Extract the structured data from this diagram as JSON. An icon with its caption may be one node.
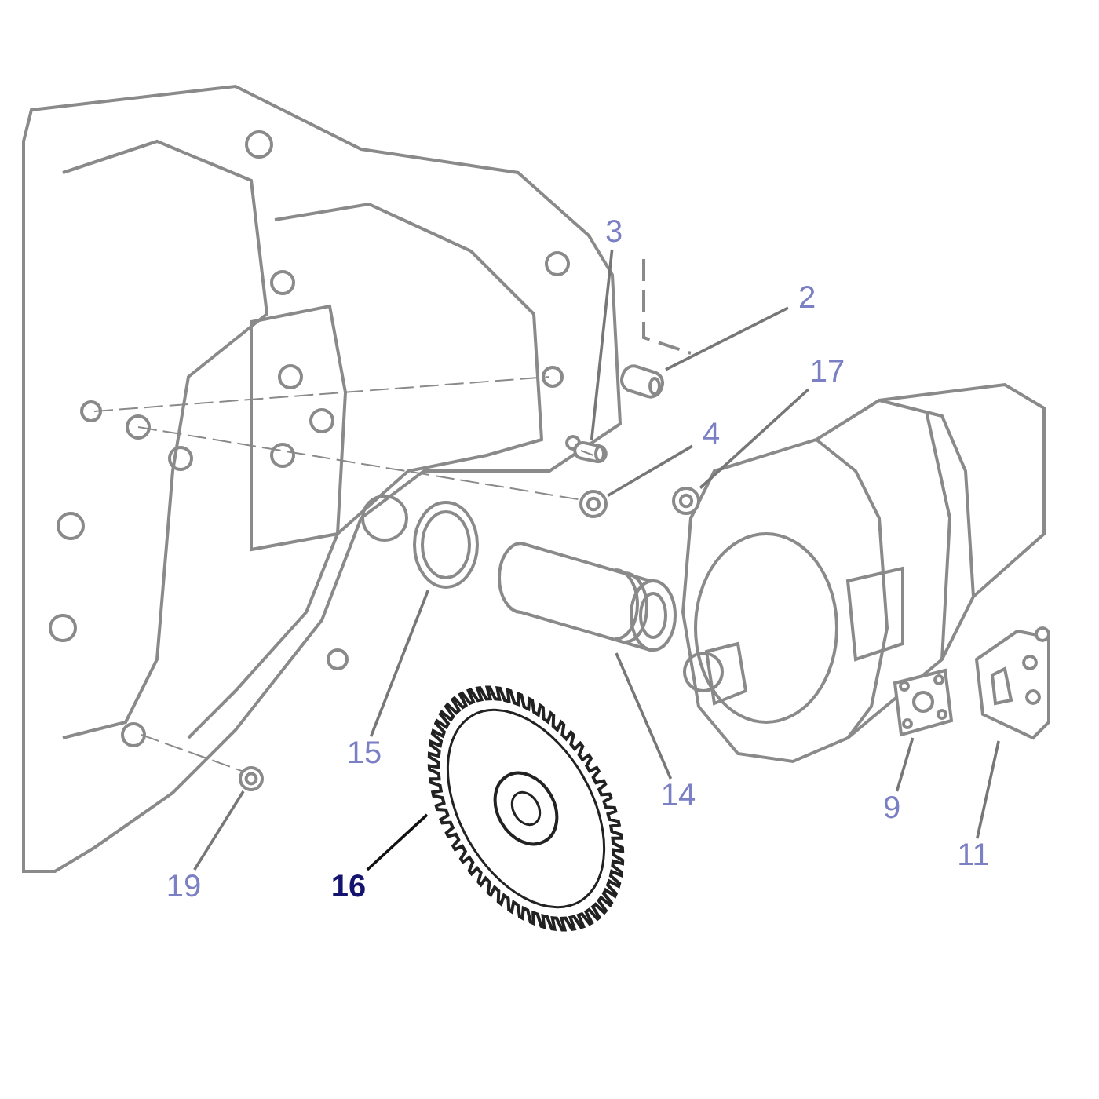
{
  "diagram": {
    "nodes": [
      {
        "text": [
          "3"
        ]
      },
      {
        "text": [
          "2"
        ]
      },
      {
        "text": [
          "17"
        ]
      },
      {
        "text": [
          "4"
        ]
      },
      {
        "text": [
          "15"
        ]
      },
      {
        "text": [
          "14"
        ]
      },
      {
        "text": [
          "9"
        ]
      },
      {
        "text": [
          "11"
        ]
      },
      {
        "text": [
          "16"
        ]
      },
      {
        "text": [
          "19"
        ]
      },
      {
        "text": [],
        "shape": "picture"
      },
      {
        "text": [],
        "shape": "picture"
      },
      {
        "text": [],
        "shape": "picture"
      },
      {
        "text": [],
        "shape": "picture"
      },
      {
        "text": [],
        "shape": "picture"
      },
      {
        "text": [],
        "shape": "picture"
      },
      {
        "text": [],
        "shape": "picture"
      },
      {
        "text": [],
        "shape": "picture"
      },
      {
        "text": [],
        "shape": "picture"
      },
      {
        "text": [],
        "shape": "picture"
      }
    ],
    "edges": [
      {
        "from": 0,
        "to": 10,
        "arrow": "none"
      },
      {
        "from": 1,
        "to": 11,
        "arrow": "none"
      },
      {
        "from": 2,
        "to": 12,
        "arrow": "none"
      },
      {
        "from": 3,
        "to": 13,
        "arrow": "none"
      },
      {
        "from": 4,
        "to": 14,
        "arrow": "none"
      },
      {
        "from": 5,
        "to": 15,
        "arrow": "none"
      },
      {
        "from": 6,
        "to": 16,
        "arrow": "none"
      },
      {
        "from": 7,
        "to": 17,
        "arrow": "none"
      },
      {
        "from": 8,
        "to": 18,
        "arrow": "none",
        "color": "#111111"
      },
      {
        "from": 9,
        "to": 19,
        "arrow": "none"
      }
    ]
  }
}
